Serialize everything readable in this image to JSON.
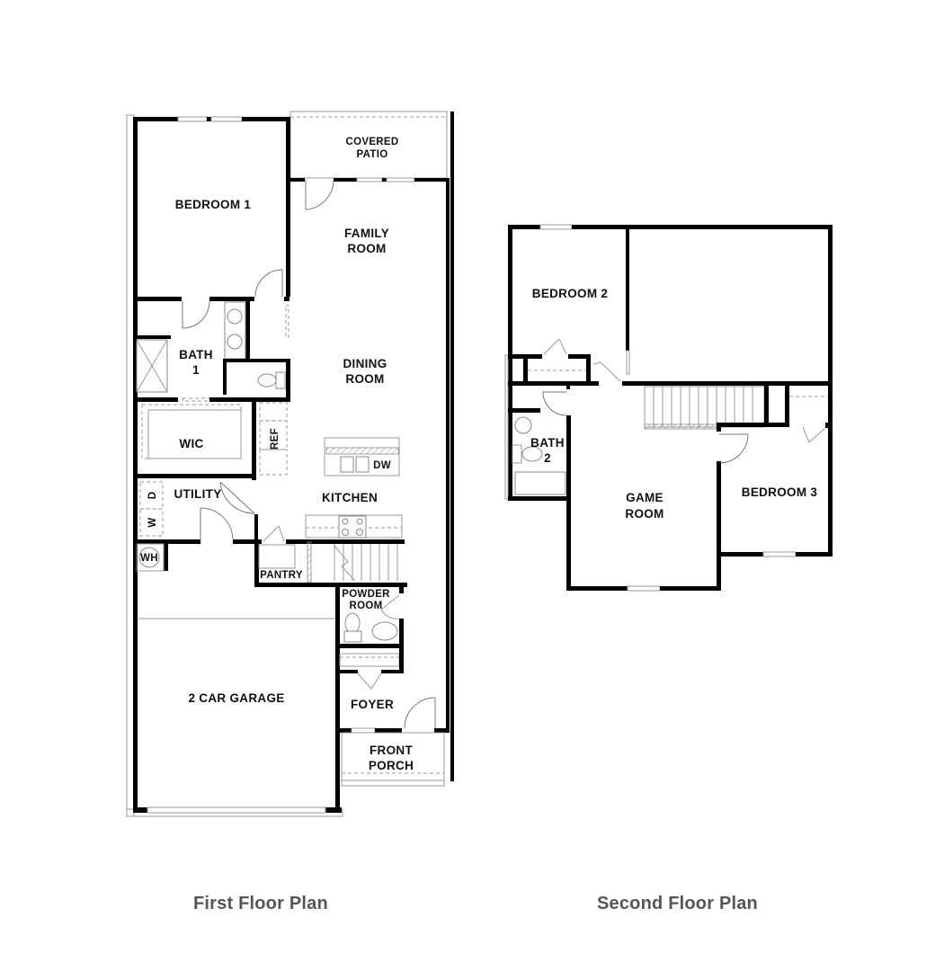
{
  "first_floor": {
    "caption": "First Floor Plan",
    "rooms": {
      "bedroom1": "BEDROOM 1",
      "covered_patio_line1": "COVERED",
      "covered_patio_line2": "PATIO",
      "family_room_line1": "FAMILY",
      "family_room_line2": "ROOM",
      "bath1_line1": "BATH",
      "bath1_line2": "1",
      "dining_room_line1": "DINING",
      "dining_room_line2": "ROOM",
      "wic": "WIC",
      "ref": "REF",
      "dw": "DW",
      "utility": "UTILITY",
      "dryer": "D",
      "washer": "W",
      "kitchen": "KITCHEN",
      "wh": "WH",
      "pantry": "PANTRY",
      "powder_room_line1": "POWDER",
      "powder_room_line2": "ROOM",
      "garage": "2 CAR GARAGE",
      "foyer": "FOYER",
      "front_porch_line1": "FRONT",
      "front_porch_line2": "PORCH"
    }
  },
  "second_floor": {
    "caption": "Second Floor Plan",
    "rooms": {
      "bedroom2": "BEDROOM 2",
      "bath2_line1": "BATH",
      "bath2_line2": "2",
      "game_room_line1": "GAME",
      "game_room_line2": "ROOM",
      "bedroom3": "BEDROOM 3"
    }
  },
  "colors": {
    "wall": "#000000",
    "fixture_line": "#8a8a8a",
    "caption_text": "#555555",
    "background": "#ffffff"
  }
}
